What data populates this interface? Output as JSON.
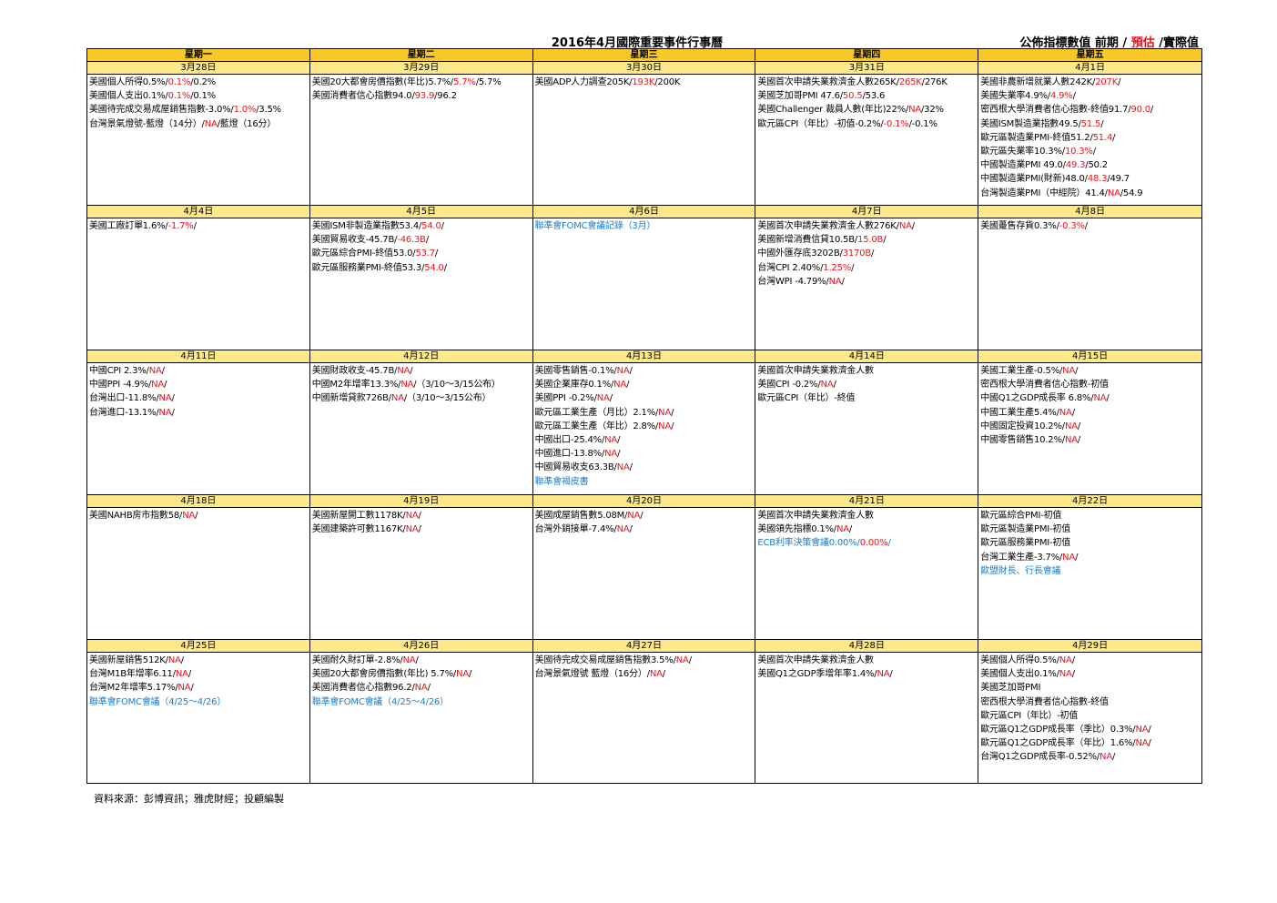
{
  "title": "2016年4月國際重要事件行事曆",
  "legend": {
    "a": "公佈指標數值  前期 / ",
    "b": "預估",
    "c": " /實際值"
  },
  "weekdays": [
    "星期一",
    "星期二",
    "星期三",
    "星期四",
    "星期五"
  ],
  "weeks": [
    [
      {
        "date": "3月28日",
        "events": [
          [
            "美國個人所得0.5%/",
            "r:0.1%",
            "/0.2%"
          ],
          [
            "美國個人支出0.1%/",
            "r:0.1%",
            "/0.1%"
          ],
          [
            "美國待完成交易成屋銷售指數-3.0%/",
            "r:1.0%",
            "/3.5%"
          ],
          [
            "台灣景氣燈號-藍燈（14分）/",
            "r:NA",
            "/藍燈（16分）"
          ]
        ]
      },
      {
        "date": "3月29日",
        "events": [
          [
            "美國20大都會房價指數(年比)5.7%/",
            "r:5.7%",
            "/5.7%"
          ],
          [
            "美國消費者信心指數94.0/",
            "r:93.9",
            "/96.2"
          ]
        ]
      },
      {
        "date": "3月30日",
        "events": [
          [
            "美國ADP人力調查205K/",
            "r:193K",
            "/200K"
          ]
        ]
      },
      {
        "date": "3月31日",
        "events": [
          [
            "美國首次申請失業救濟金人數265K/",
            "r:265K",
            "/276K"
          ],
          [
            "美國芝加哥PMI  47.6/",
            "r:50.5",
            "/53.6"
          ],
          [
            "美國Challenger 裁員人數(年比)22%/",
            "r:NA",
            "/32%"
          ],
          [
            "歐元區CPI（年比）-初值-0.2%/",
            "r:-0.1%",
            "/-0.1%"
          ]
        ]
      },
      {
        "date": "4月1日",
        "events": [
          [
            "美國非農新增就業人數242K/",
            "r:207K",
            "/"
          ],
          [
            "美國失業率4.9%/",
            "r:4.9%",
            "/"
          ],
          [
            "密西根大學消費者信心指數-終值91.7/",
            "r:90.0",
            "/"
          ],
          [
            "美國ISM製造業指數49.5/",
            "r:51.5",
            "/"
          ],
          [
            "歐元區製造業PMI-終值51.2/",
            "r:51.4",
            "/"
          ],
          [
            "歐元區失業率10.3%/",
            "r:10.3%",
            "/"
          ],
          [
            "中國製造業PMI 49.0/",
            "r:49.3",
            "/50.2"
          ],
          [
            "中國製造業PMI(財新)48.0/",
            "r:48.3",
            "/49.7"
          ],
          [
            "台灣製造業PMI（中經院）41.4/",
            "r:NA",
            "/54.9"
          ]
        ]
      }
    ],
    [
      {
        "date": "4月4日",
        "events": [
          [
            "美國工廠訂單1.6%/",
            "r:-1.7%",
            "/"
          ]
        ]
      },
      {
        "date": "4月5日",
        "events": [
          [
            "美國ISM非製造業指數53.4/",
            "r:54.0",
            "/"
          ],
          [
            "美國貿易收支-45.7B/",
            "r:-46.3B",
            "/"
          ],
          [
            "歐元區綜合PMI-終值53.0/",
            "r:53.7",
            "/"
          ],
          [
            "歐元區服務業PMI-終值53.3/",
            "r:54.0",
            "/"
          ]
        ]
      },
      {
        "date": "4月6日",
        "events": [
          [
            "b:聯準會FOMC會議記錄（3月）"
          ]
        ]
      },
      {
        "date": "4月7日",
        "events": [
          [
            "美國首次申請失業救濟金人數276K/",
            "r:NA",
            "/"
          ],
          [
            "美國新增消費信貸10.5B/",
            "r:15.0B",
            "/"
          ],
          [
            "中國外匯存底3202B/",
            "r:3170B",
            "/"
          ],
          [
            "台灣CPI  2.40%/",
            "r:1.25%",
            "/"
          ],
          [
            "台灣WPI  -4.79%/",
            "r:NA",
            "/"
          ]
        ]
      },
      {
        "date": "4月8日",
        "events": [
          [
            "美國躉售存貨0.3%/",
            "r:-0.3%",
            "/"
          ]
        ]
      }
    ],
    [
      {
        "date": "4月11日",
        "events": [
          [
            "中國CPI  2.3%/",
            "r:NA",
            "/"
          ],
          [
            "中國PPI  -4.9%/",
            "r:NA",
            "/"
          ],
          [
            "台灣出口-11.8%/",
            "r:NA",
            "/"
          ],
          [
            "台灣進口-13.1%/",
            "r:NA",
            "/"
          ]
        ]
      },
      {
        "date": "4月12日",
        "events": [
          [
            "美國財政收支-45.7B/",
            "r:NA",
            "/"
          ],
          [
            "中國M2年增率13.3%/",
            "r:NA",
            "/（3/10～3/15公布）"
          ],
          [
            "中國新增貸款726B/",
            "r:NA",
            "/（3/10～3/15公布）"
          ]
        ]
      },
      {
        "date": "4月13日",
        "events": [
          [
            "美國零售銷售-0.1%/",
            "r:NA",
            "/"
          ],
          [
            "美國企業庫存0.1%/",
            "r:NA",
            "/"
          ],
          [
            "美國PPI  -0.2%/",
            "r:NA",
            "/"
          ],
          [
            "歐元區工業生產（月比）2.1%/",
            "r:NA",
            "/"
          ],
          [
            "歐元區工業生產（年比）2.8%/",
            "r:NA",
            "/"
          ],
          [
            "中國出口-25.4%/",
            "r:NA",
            "/"
          ],
          [
            "中國進口-13.8%/",
            "r:NA",
            "/"
          ],
          [
            "中國貿易收支63.3B/",
            "r:NA",
            "/"
          ],
          [
            "b:聯準會褐皮書"
          ]
        ]
      },
      {
        "date": "4月14日",
        "events": [
          [
            "美國首次申請失業救濟金人數"
          ],
          [
            "美國CPI  -0.2%/",
            "r:NA",
            "/"
          ],
          [
            "歐元區CPI（年比）-終值"
          ]
        ]
      },
      {
        "date": "4月15日",
        "events": [
          [
            "美國工業生產-0.5%/",
            "r:NA",
            "/"
          ],
          [
            "密西根大學消費者信心指數-初值"
          ],
          [
            "中國Q1之GDP成長率 6.8%/",
            "r:NA",
            "/"
          ],
          [
            "中國工業生產5.4%/",
            "r:NA",
            "/"
          ],
          [
            "中國固定投資10.2%/",
            "r:NA",
            "/"
          ],
          [
            "中國零售銷售10.2%/",
            "r:NA",
            "/"
          ]
        ]
      }
    ],
    [
      {
        "date": "4月18日",
        "events": [
          [
            "美國NAHB房市指數58/",
            "r:NA",
            "/"
          ]
        ]
      },
      {
        "date": "4月19日",
        "events": [
          [
            "美國新屋開工數1178K/",
            "r:NA",
            "/"
          ],
          [
            "美國建築許可數1167K/",
            "r:NA",
            "/"
          ]
        ]
      },
      {
        "date": "4月20日",
        "events": [
          [
            "美國成屋銷售數5.08M/",
            "r:NA",
            "/"
          ],
          [
            "台灣外銷接單-7.4%/",
            "r:NA",
            "/"
          ]
        ]
      },
      {
        "date": "4月21日",
        "events": [
          [
            "美國首次申請失業救濟金人數"
          ],
          [
            "美國領先指標0.1%/",
            "r:NA",
            "/"
          ],
          [
            "b:ECB利率決策會議0.00%/",
            "r:0.00%",
            "b:/"
          ]
        ]
      },
      {
        "date": "4月22日",
        "events": [
          [
            "歐元區綜合PMI-初值"
          ],
          [
            "歐元區製造業PMI-初值"
          ],
          [
            "歐元區服務業PMI-初值"
          ],
          [
            "台灣工業生產-3.7%/",
            "r:NA",
            "/"
          ],
          [
            "b:歐盟財長、行長會議"
          ]
        ]
      }
    ],
    [
      {
        "date": "4月25日",
        "events": [
          [
            "美國新屋銷售512K/",
            "r:NA",
            "/"
          ],
          [
            "台灣M1B年增率6.11/",
            "r:NA",
            "/"
          ],
          [
            "台灣M2年增率5.17%/",
            "r:NA",
            "/"
          ],
          [
            "b:聯準會FOMC會議（4/25～4/26）"
          ]
        ]
      },
      {
        "date": "4月26日",
        "events": [
          [
            "美國耐久財訂單-2.8%/",
            "r:NA",
            "/"
          ],
          [
            "美國20大都會房價指數(年比) 5.7%/",
            "r:NA",
            "/"
          ],
          [
            "美國消費者信心指數96.2/",
            "r:NA",
            "/"
          ],
          [
            "b:聯準會FOMC會議（4/25～4/26）"
          ]
        ]
      },
      {
        "date": "4月27日",
        "events": [
          [
            "美國待完成交易成屋銷售指數3.5%/",
            "r:NA",
            "/"
          ],
          [
            "台灣景氣燈號  藍燈（16分）/",
            "r:NA",
            "/"
          ]
        ]
      },
      {
        "date": "4月28日",
        "events": [
          [
            "美國首次申請失業救濟金人數"
          ],
          [
            "美國Q1之GDP季增年率1.4%/",
            "r:NA",
            "/"
          ]
        ]
      },
      {
        "date": "4月29日",
        "events": [
          [
            "美國個人所得0.5%/",
            "r:NA",
            "/"
          ],
          [
            "美國個人支出0.1%/",
            "r:NA",
            "/"
          ],
          [
            "美國芝加哥PMI"
          ],
          [
            "密西根大學消費者信心指數-終值"
          ],
          [
            "歐元區CPI（年比）-初值"
          ],
          [
            "歐元區Q1之GDP成長率（季比）0.3%/",
            "r:NA",
            "/"
          ],
          [
            "歐元區Q1之GDP成長率（年比）1.6%/",
            "r:NA",
            "/"
          ],
          [
            "台灣Q1之GDP成長率-0.52%/",
            "r:NA",
            "/"
          ]
        ]
      }
    ]
  ],
  "source": "資料來源：彭博資訊；雅虎財經；投顧編製",
  "colors": {
    "header": "#f6c829",
    "date_row": "#fde98a",
    "estimate": "#e8141c",
    "event_blue": "#1a7dc9"
  }
}
